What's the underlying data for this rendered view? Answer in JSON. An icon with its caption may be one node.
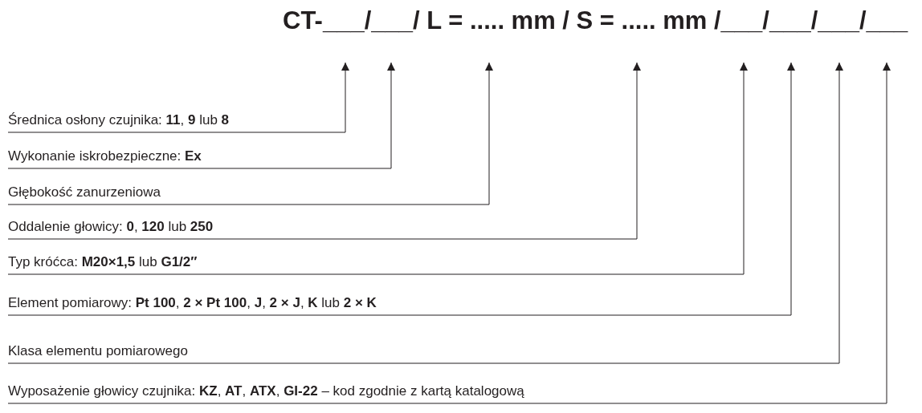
{
  "diagram": {
    "title": "CT-___/___/ L = ..... mm / S = ..... mm /___/___/___/___",
    "nodes": [
      {
        "text": [
          "Średnica osłony czujnika: **11**, **9** lub **8**"
        ]
      },
      {
        "text": [
          "Wykonanie iskrobezpieczne: **Ex**"
        ]
      },
      {
        "text": [
          "Głębokość zanurzeniowa"
        ]
      },
      {
        "text": [
          "Oddalenie głowicy: **0**, **120** lub **250**"
        ]
      },
      {
        "text": [
          "Typ króćca: **M20×1,5** lub **G1/2″**"
        ]
      },
      {
        "text": [
          "Element pomiarowy: **Pt 100**, **2 × Pt 100**, **J**, **2 × J**, **K** lub **2 × K**"
        ]
      },
      {
        "text": [
          "Klasa elementu pomiarowego"
        ]
      },
      {
        "text": [
          "Wyposażenie głowicy czujnika: **KZ**, **AT**, **ATX**, **GI-22** – kod zgodnie z kartą katalogową"
        ]
      }
    ],
    "edges": [
      {
        "from": 0,
        "to": null,
        "arrow": "to"
      },
      {
        "from": 1,
        "to": null,
        "arrow": "to"
      },
      {
        "from": 2,
        "to": null,
        "arrow": "to"
      },
      {
        "from": 3,
        "to": null,
        "arrow": "to"
      },
      {
        "from": 4,
        "to": null,
        "arrow": "to"
      },
      {
        "from": 5,
        "to": null,
        "arrow": "to"
      },
      {
        "from": 6,
        "to": null,
        "arrow": "to"
      },
      {
        "from": 7,
        "to": null,
        "arrow": "to"
      }
    ]
  }
}
